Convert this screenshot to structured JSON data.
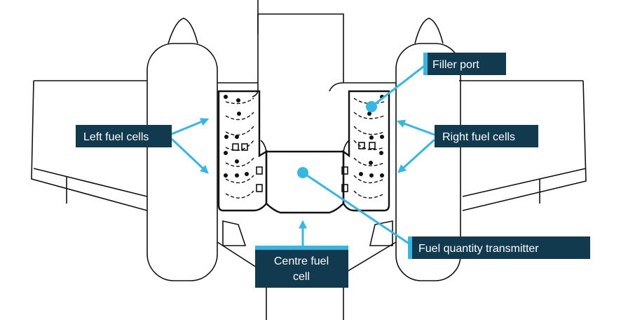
{
  "labels": {
    "filler_port": "Filler port",
    "left_fuel_cells": "Left fuel cells",
    "right_fuel_cells": "Right fuel cells",
    "fuel_quantity_transmitter": "Fuel quantity transmitter",
    "centre_fuel_cell_line1": "Centre fuel",
    "centre_fuel_cell_line2": "cell"
  },
  "colors": {
    "label_background": "#123a4f",
    "label_text": "#ffffff",
    "accent": "#38b6e0",
    "line_art": "#111111"
  }
}
